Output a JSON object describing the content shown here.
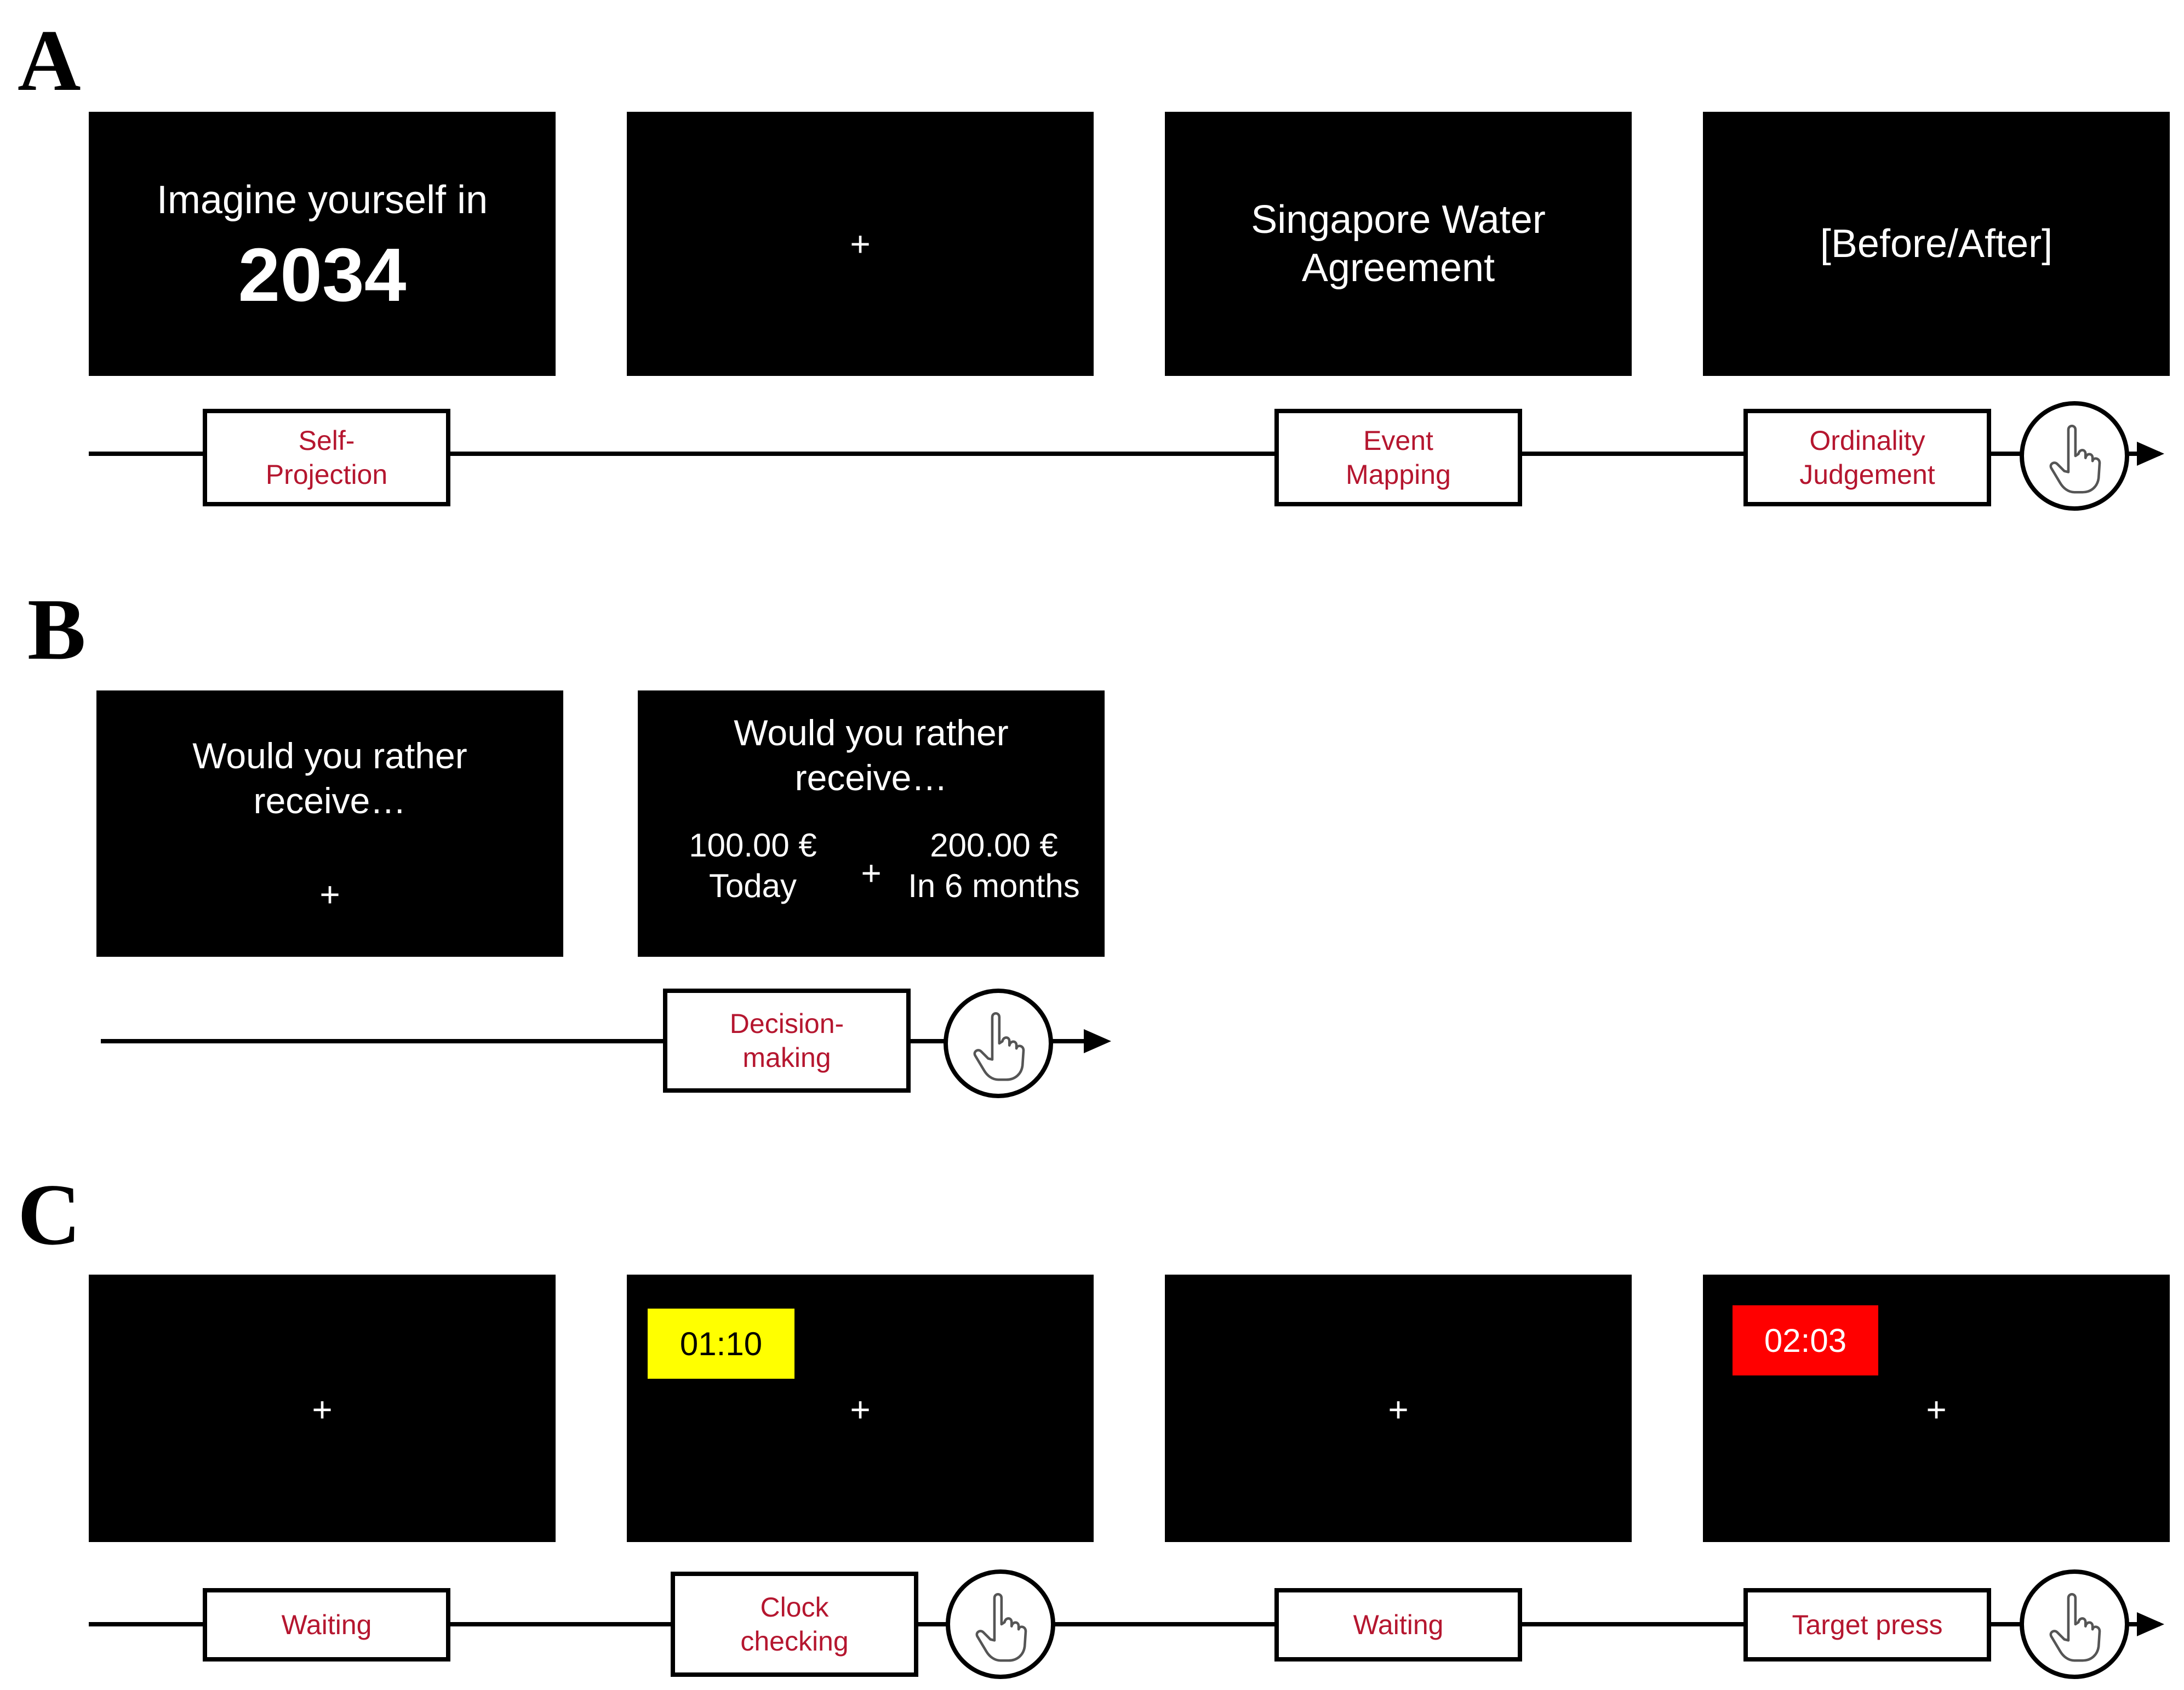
{
  "panels": {
    "A": {
      "letter": "A",
      "screens": {
        "s1_line1": "Imagine yourself in",
        "s1_year": "2034",
        "s2_fix": "+",
        "s3_line1": "Singapore Water",
        "s3_line2": "Agreement",
        "s4_text": "[Before/After]"
      },
      "labels": {
        "self_projection": "Self-\nProjection",
        "event_mapping": "Event\nMapping",
        "ordinality": "Ordinality\nJudgement"
      }
    },
    "B": {
      "letter": "B",
      "screens": {
        "s1_line1": "Would you rather",
        "s1_line2": "receive…",
        "s1_fix": "+",
        "s2_line1": "Would you rather",
        "s2_line2": "receive…",
        "s2_left_amount": "100.00 €",
        "s2_left_time": "Today",
        "s2_fix": "+",
        "s2_right_amount": "200.00 €",
        "s2_right_time": "In 6 months"
      },
      "labels": {
        "decision": "Decision-\nmaking"
      }
    },
    "C": {
      "letter": "C",
      "screens": {
        "s1_fix": "+",
        "s2_clock": "01:10",
        "s2_fix": "+",
        "s3_fix": "+",
        "s4_clock": "02:03",
        "s4_fix": "+"
      },
      "labels": {
        "waiting1": "Waiting",
        "clock_checking": "Clock\nchecking",
        "waiting2": "Waiting",
        "target_press": "Target press"
      }
    }
  },
  "colors": {
    "label_text": "#b5162f",
    "clock_yellow": "#ffff00",
    "clock_red": "#ff0000",
    "screen_bg": "#000000"
  },
  "icons": [
    "hand-press-icon"
  ]
}
